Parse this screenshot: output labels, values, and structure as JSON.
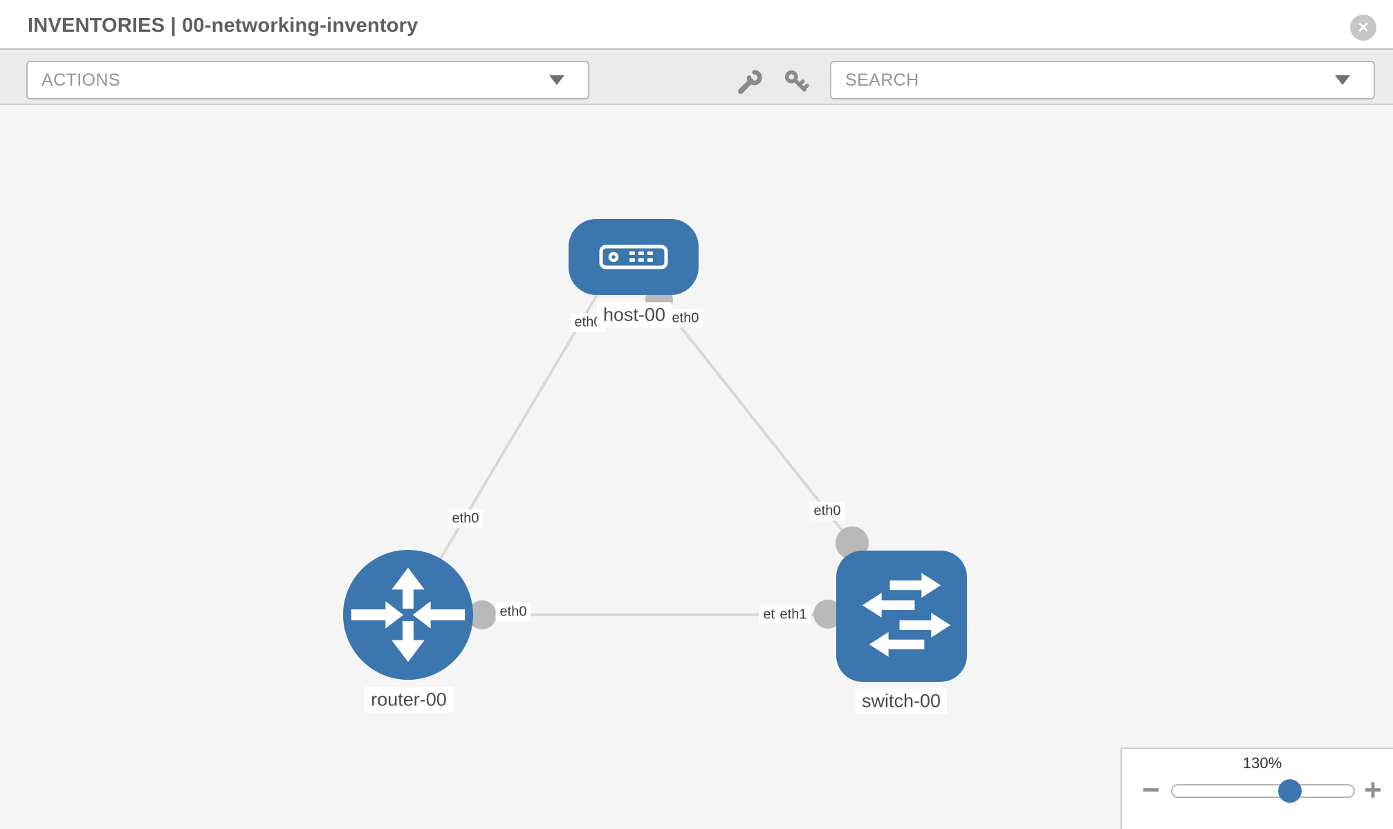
{
  "window": {
    "title": "INVENTORIES | 00-networking-inventory",
    "close_glyph": "✕"
  },
  "toolbar": {
    "actions_label": "ACTIONS",
    "search_placeholder": "SEARCH"
  },
  "topology": {
    "nodes": [
      {
        "label": "host-00",
        "type": "host"
      },
      {
        "label": "router-00",
        "type": "router"
      },
      {
        "label": "switch-00",
        "type": "switch"
      }
    ],
    "links": [
      {
        "from": "host-00",
        "to": "router-00",
        "from_iface": "eth0",
        "to_iface": "eth0"
      },
      {
        "from": "host-00",
        "to": "switch-00",
        "from_iface": "eth0",
        "to_iface": "eth0"
      },
      {
        "from": "router-00",
        "to": "switch-00",
        "from_iface": "eth0",
        "to_iface": "eth1",
        "overlapped_iface": "eth0"
      }
    ]
  },
  "zoom_control": {
    "level": "130%",
    "minus_label": "−",
    "plus_label": "+",
    "percent_position": 65
  },
  "colors": {
    "node_blue": "#3b76af",
    "connector_gray": "#b9b9b9",
    "edge_gray": "#d8d8d8",
    "canvas_bg": "#f5f5f6",
    "toolbar_bg": "#ebebeb"
  }
}
